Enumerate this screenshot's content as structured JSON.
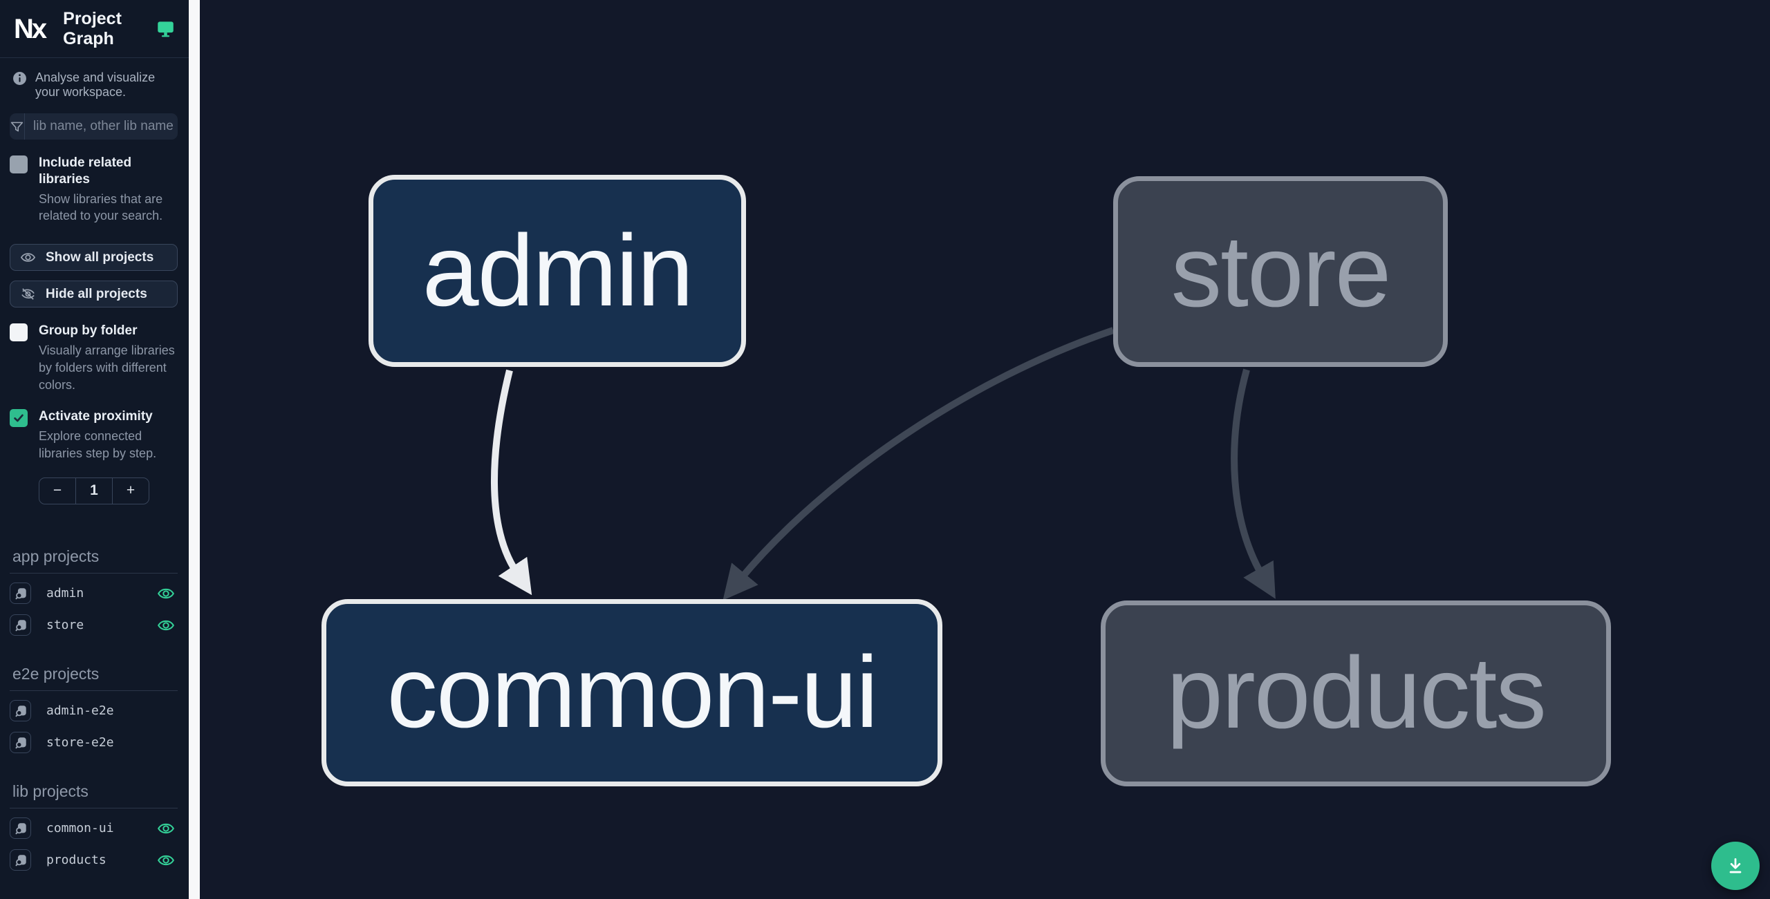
{
  "header": {
    "logo_text": "Nx",
    "title": "Project Graph"
  },
  "sidebar": {
    "hint": "Analyse and visualize your workspace.",
    "search": {
      "placeholder": "lib name, other lib name"
    },
    "filters": {
      "include_related": {
        "label": "Include related libraries",
        "description": "Show libraries that are related to your search.",
        "checked": false
      },
      "group_by_folder": {
        "label": "Group by folder",
        "description": "Visually arrange libraries by folders with different colors.",
        "checked": false
      },
      "activate_proximity": {
        "label": "Activate proximity",
        "description": "Explore connected libraries step by step.",
        "checked": true,
        "value": "1",
        "decrement_label": "−",
        "increment_label": "+"
      }
    },
    "buttons": {
      "show_all": "Show all projects",
      "hide_all": "Hide all projects"
    },
    "sections": [
      {
        "title": "app projects",
        "items": [
          {
            "name": "admin",
            "visible": true
          },
          {
            "name": "store",
            "visible": true
          }
        ]
      },
      {
        "title": "e2e projects",
        "items": [
          {
            "name": "admin-e2e",
            "visible": false
          },
          {
            "name": "store-e2e",
            "visible": false
          }
        ]
      },
      {
        "title": "lib projects",
        "items": [
          {
            "name": "common-ui",
            "visible": true
          },
          {
            "name": "products",
            "visible": true
          }
        ]
      }
    ]
  },
  "graph": {
    "nodes": [
      {
        "id": "admin",
        "label": "admin",
        "state": "focused"
      },
      {
        "id": "store",
        "label": "store",
        "state": "dimmed"
      },
      {
        "id": "common-ui",
        "label": "common-ui",
        "state": "focused"
      },
      {
        "id": "products",
        "label": "products",
        "state": "dimmed"
      }
    ],
    "edges": [
      {
        "from": "admin",
        "to": "common-ui",
        "style": "highlighted"
      },
      {
        "from": "store",
        "to": "common-ui",
        "style": "dimmed"
      },
      {
        "from": "store",
        "to": "products",
        "style": "dimmed"
      }
    ]
  },
  "fab": {
    "icon": "download-icon"
  },
  "colors": {
    "accent_teal": "#2ebd8d",
    "eye_icon": "#34d399",
    "canvas_bg": "#121829",
    "sidebar_bg": "#101827",
    "node_focused_fill": "#17304f",
    "node_focused_border": "#e8eaeb",
    "node_dimmed_fill": "#3b4250",
    "node_dimmed_border": "#8b919d",
    "edge_highlighted": "#e9ebee",
    "edge_dimmed": "#3f4755"
  }
}
